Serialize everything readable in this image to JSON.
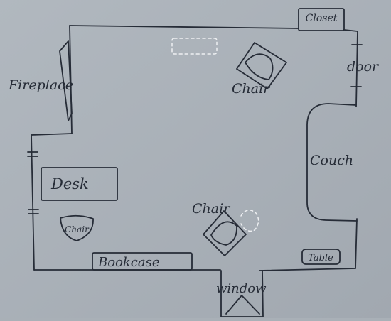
{
  "colors": {
    "paper": "#a9b0b7",
    "ink": "#262c37",
    "faint_ink": "#eef0f2"
  },
  "labels": {
    "closet": "Closet",
    "door": "door",
    "fireplace": "Fireplace",
    "chair_top": "Chair",
    "couch": "Couch",
    "desk": "Desk",
    "chair_middle": "Chair",
    "chair_small": "Chair",
    "table": "Table",
    "bookcase": "Bookcase",
    "window": "window"
  }
}
